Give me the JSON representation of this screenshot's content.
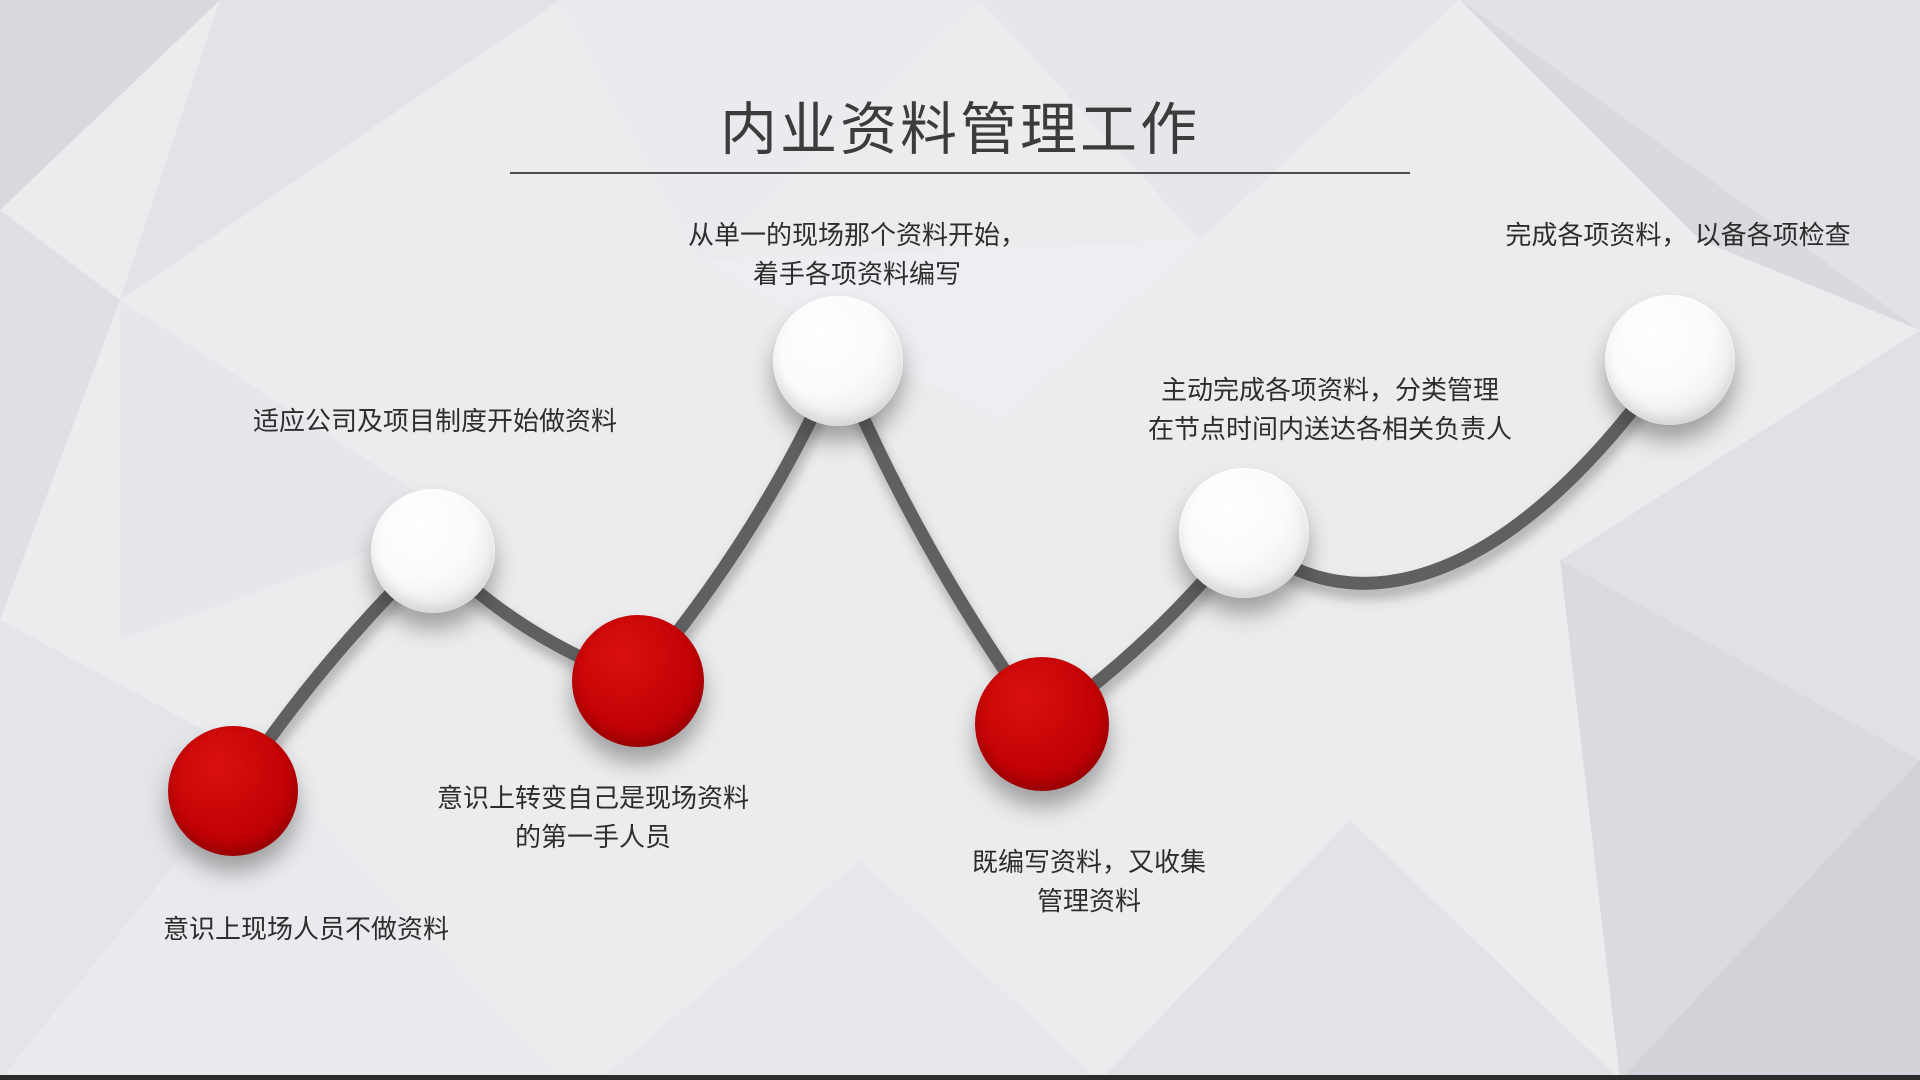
{
  "slide": {
    "title": "内业资料管理工作"
  },
  "nodes": [
    {
      "type": "milestone-red",
      "label": "意识上现场人员不做资料"
    },
    {
      "type": "milestone-white",
      "label": "适应公司及项目制度开始做资料"
    },
    {
      "type": "milestone-red",
      "label": "意识上转变自己是现场资料\n的第一手人员"
    },
    {
      "type": "milestone-white",
      "label": "从单一的现场那个资料开始，\n着手各项资料编写"
    },
    {
      "type": "milestone-red",
      "label": "既编写资料，又收集\n管理资料"
    },
    {
      "type": "milestone-white",
      "label": "主动完成各项资料，分类管理\n在节点时间内送达各相关负责人"
    },
    {
      "type": "milestone-white",
      "label": "完成各项资料， 以备各项检查"
    }
  ],
  "colors": {
    "accent_red": "#c40305",
    "path_gray": "#606060",
    "background": "#ebecee",
    "title_text": "#3c3c3c",
    "body_text": "#2d2d2d"
  }
}
